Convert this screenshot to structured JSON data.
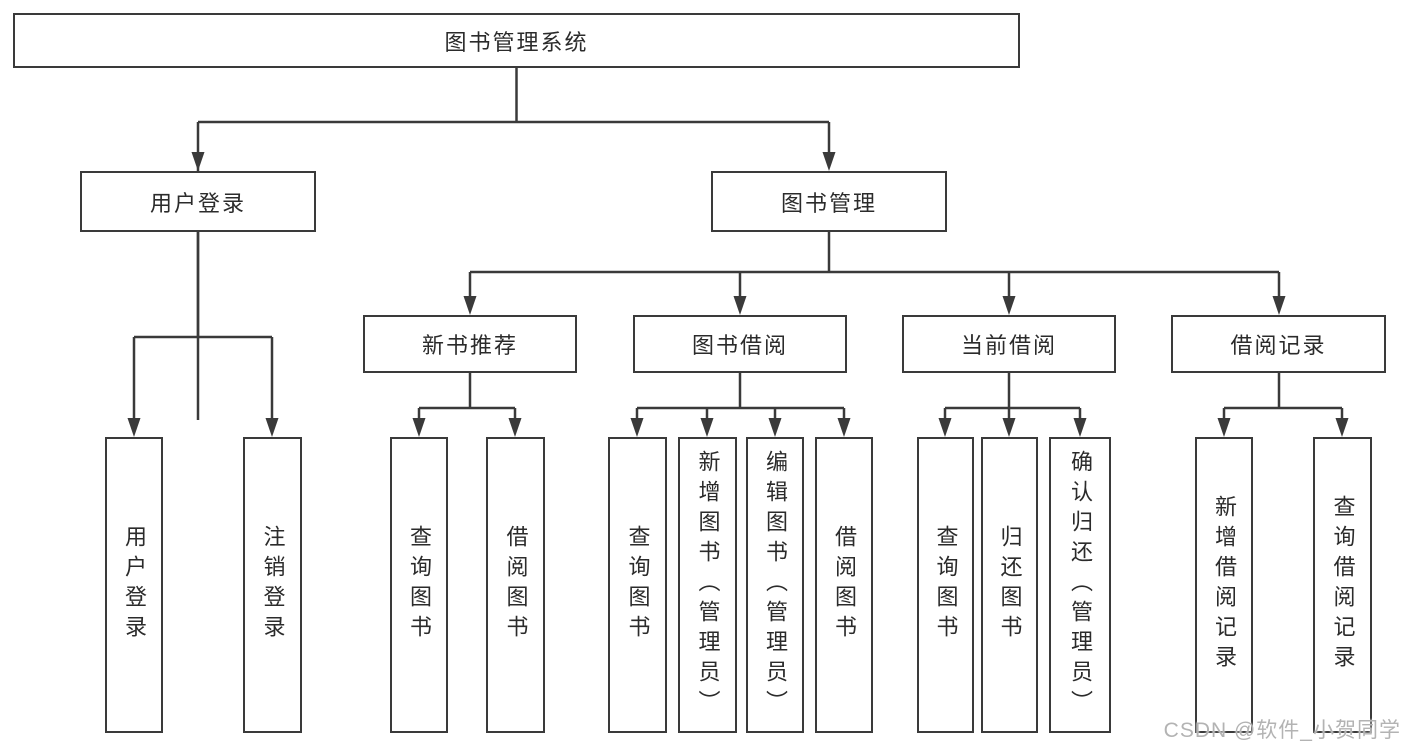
{
  "diagram": {
    "root": "图书管理系统",
    "level2": {
      "user_login": "用户登录",
      "book_management": "图书管理"
    },
    "level3": {
      "new_books": "新书推荐",
      "book_borrow": "图书借阅",
      "current_borrow": "当前借阅",
      "borrow_records": "借阅记录"
    },
    "leaves": {
      "user_login": [
        "用户登录",
        "注销登录"
      ],
      "new_books": [
        "查询图书",
        "借阅图书"
      ],
      "book_borrow": [
        "查询图书",
        "新增图书（管理员）",
        "编辑图书（管理员）",
        "借阅图书"
      ],
      "current_borrow": [
        "查询图书",
        "归还图书",
        "确认归还（管理员）"
      ],
      "borrow_records": [
        "新增借阅记录",
        "查询借阅记录"
      ]
    }
  },
  "watermark": "CSDN @软件_小贺同学",
  "colors": {
    "line": "#3a3a3a",
    "box_border": "#3a3a3a",
    "text": "#2b2b2b",
    "watermark": "#b3b3b3",
    "background": "#ffffff"
  }
}
